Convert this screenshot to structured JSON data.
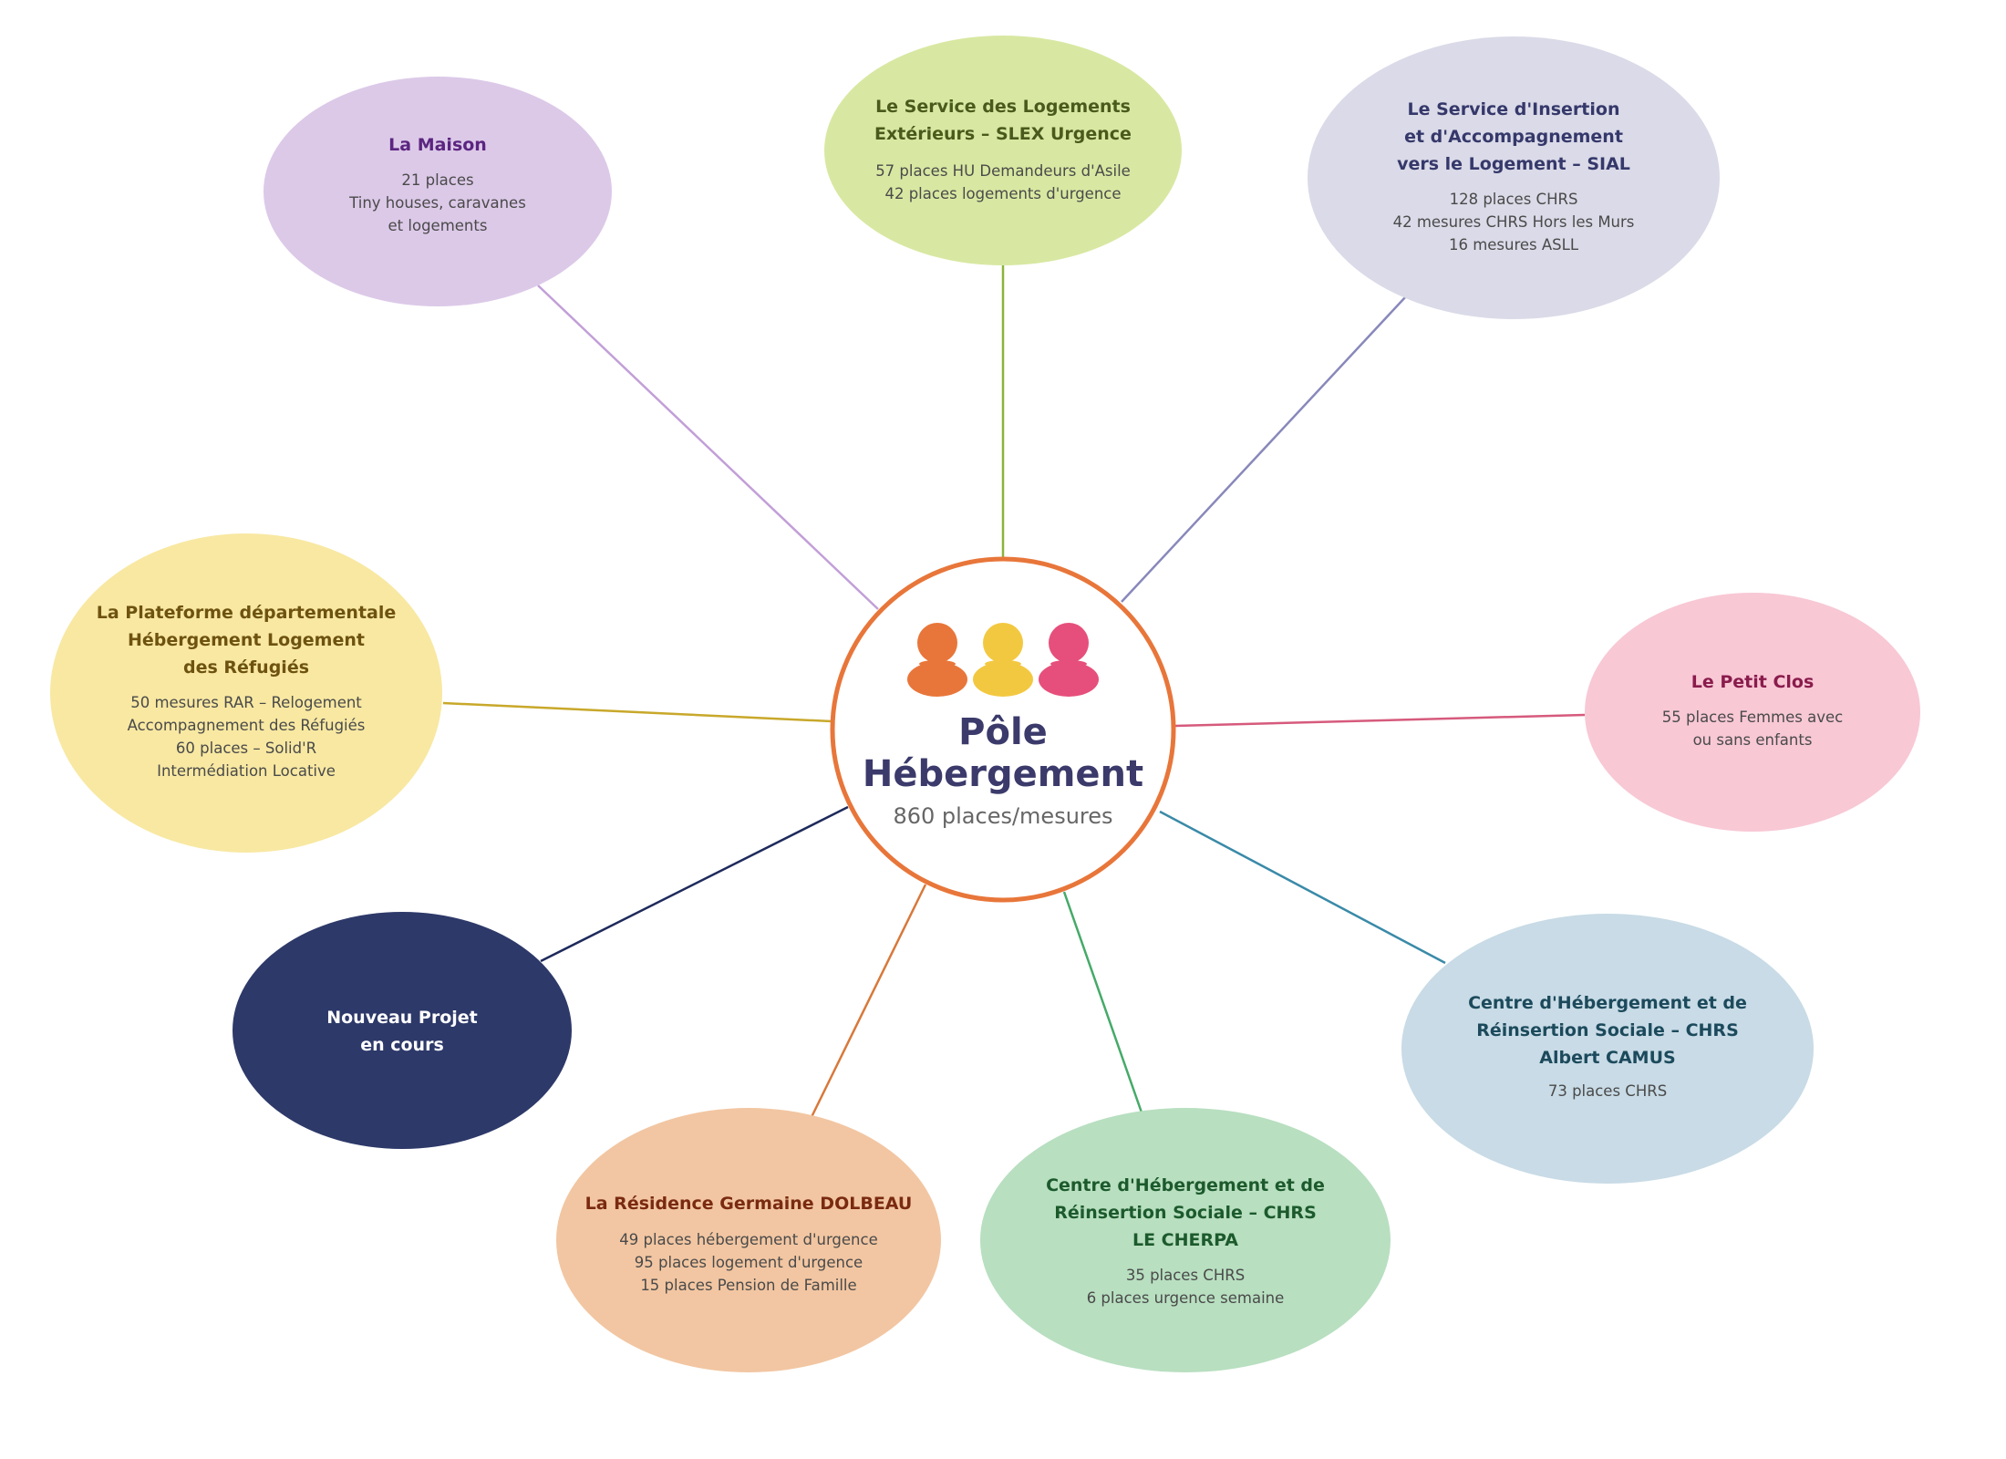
{
  "center": {
    "title_line1": "Pôle",
    "title_line2": "Hébergement",
    "subtitle": "860 places/mesures",
    "border_color": "#e8763a",
    "title_color": "#3b3a6b",
    "icons": [
      {
        "name": "person-icon",
        "color": "#e8763a"
      },
      {
        "name": "person-icon",
        "color": "#f3c841"
      },
      {
        "name": "person-icon",
        "color": "#e64f7b"
      }
    ]
  },
  "nodes": [
    {
      "id": "la-maison",
      "title": [
        "La Maison"
      ],
      "body": [
        "21 places",
        "Tiny houses, caravanes",
        "et logements"
      ],
      "fill": "#dcc9e8",
      "title_color": "#5b2580",
      "line_color": "#c29fd8"
    },
    {
      "id": "slex",
      "title": [
        "Le Service des Logements",
        "Extérieurs – SLEX Urgence"
      ],
      "body": [
        "57 places HU Demandeurs d'Asile",
        "42 places logements d'urgence"
      ],
      "fill": "#d8e8a2",
      "title_color": "#4a5a1c",
      "line_color": "#8cb33a"
    },
    {
      "id": "sial",
      "title": [
        "Le Service d'Insertion",
        "et d'Accompagnement",
        "vers le Logement – SIAL"
      ],
      "body": [
        "128 places CHRS",
        "42 mesures CHRS Hors les Murs",
        "16 mesures ASLL"
      ],
      "fill": "#dadae8",
      "title_color": "#35386a",
      "line_color": "#8888bb"
    },
    {
      "id": "plateforme",
      "title": [
        "La Plateforme départementale",
        "Hébergement Logement",
        "des Réfugiés"
      ],
      "body": [
        "50 mesures RAR – Relogement",
        "Accompagnement des Réfugiés",
        "60 places – Solid'R",
        "Intermédiation Locative"
      ],
      "fill": "#f8e8a2",
      "title_color": "#6e5210",
      "line_color": "#c8a82a"
    },
    {
      "id": "petit-clos",
      "title": [
        "Le Petit Clos"
      ],
      "body": [
        "55 places Femmes avec",
        "ou sans enfants"
      ],
      "fill": "#f8c8d5",
      "title_color": "#8a1c4c",
      "line_color": "#d65a7c"
    },
    {
      "id": "nouveau-projet",
      "title": [
        "Nouveau Projet",
        "en cours"
      ],
      "body": [],
      "fill": "#2d3969",
      "title_color": "#ffffff",
      "line_color": "#1e2a5c"
    },
    {
      "id": "chrs-camus",
      "title": [
        "Centre d'Hébergement et de",
        "Réinsertion Sociale – CHRS",
        "Albert CAMUS"
      ],
      "body": [
        "73 places CHRS"
      ],
      "fill": "#c8dbe6",
      "title_color": "#1c4a5c",
      "line_color": "#3a8aa8"
    },
    {
      "id": "chrs-cherpa",
      "title": [
        "Centre d'Hébergement et de",
        "Réinsertion Sociale – CHRS",
        "LE CHERPA"
      ],
      "body": [
        "35 places CHRS",
        "6 places urgence semaine"
      ],
      "fill": "#b8dfc0",
      "title_color": "#1c5a2c",
      "line_color": "#45aa68"
    },
    {
      "id": "dolbeau",
      "title": [
        "La Résidence Germaine DOLBEAU"
      ],
      "body": [
        "49 places hébergement d'urgence",
        "95 places logement d'urgence",
        "15 places Pension de Famille"
      ],
      "fill": "#f2c6a2",
      "title_color": "#7a2a10",
      "line_color": "#d8783a"
    }
  ]
}
